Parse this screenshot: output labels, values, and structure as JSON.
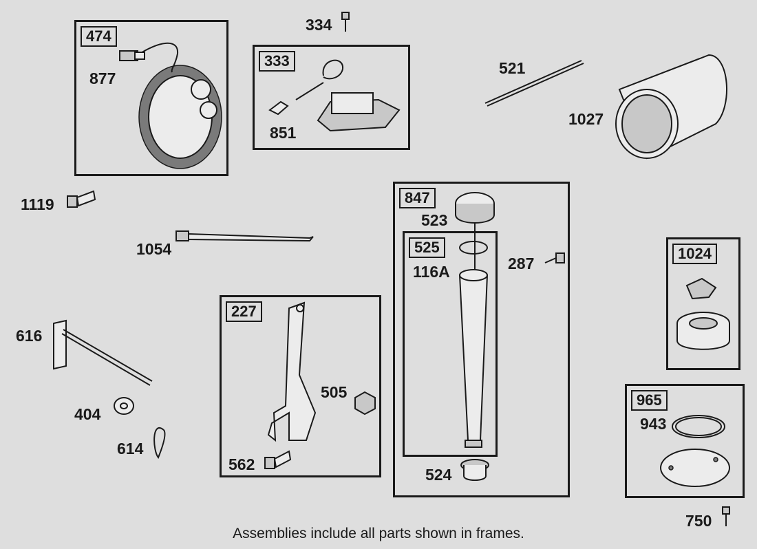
{
  "frames": {
    "f474": "474",
    "f333": "333",
    "f847": "847",
    "f525": "525",
    "f227": "227",
    "f1024": "1024",
    "f965": "965"
  },
  "parts": {
    "p334": "334",
    "p877": "877",
    "p851": "851",
    "p521": "521",
    "p1027": "1027",
    "p1119": "1119",
    "p1054": "1054",
    "p523": "523",
    "p116a": "116A",
    "p287": "287",
    "p616": "616",
    "p505": "505",
    "p404": "404",
    "p614": "614",
    "p562": "562",
    "p524": "524",
    "p943": "943",
    "p750": "750"
  },
  "caption": "Assemblies include all parts shown in frames."
}
